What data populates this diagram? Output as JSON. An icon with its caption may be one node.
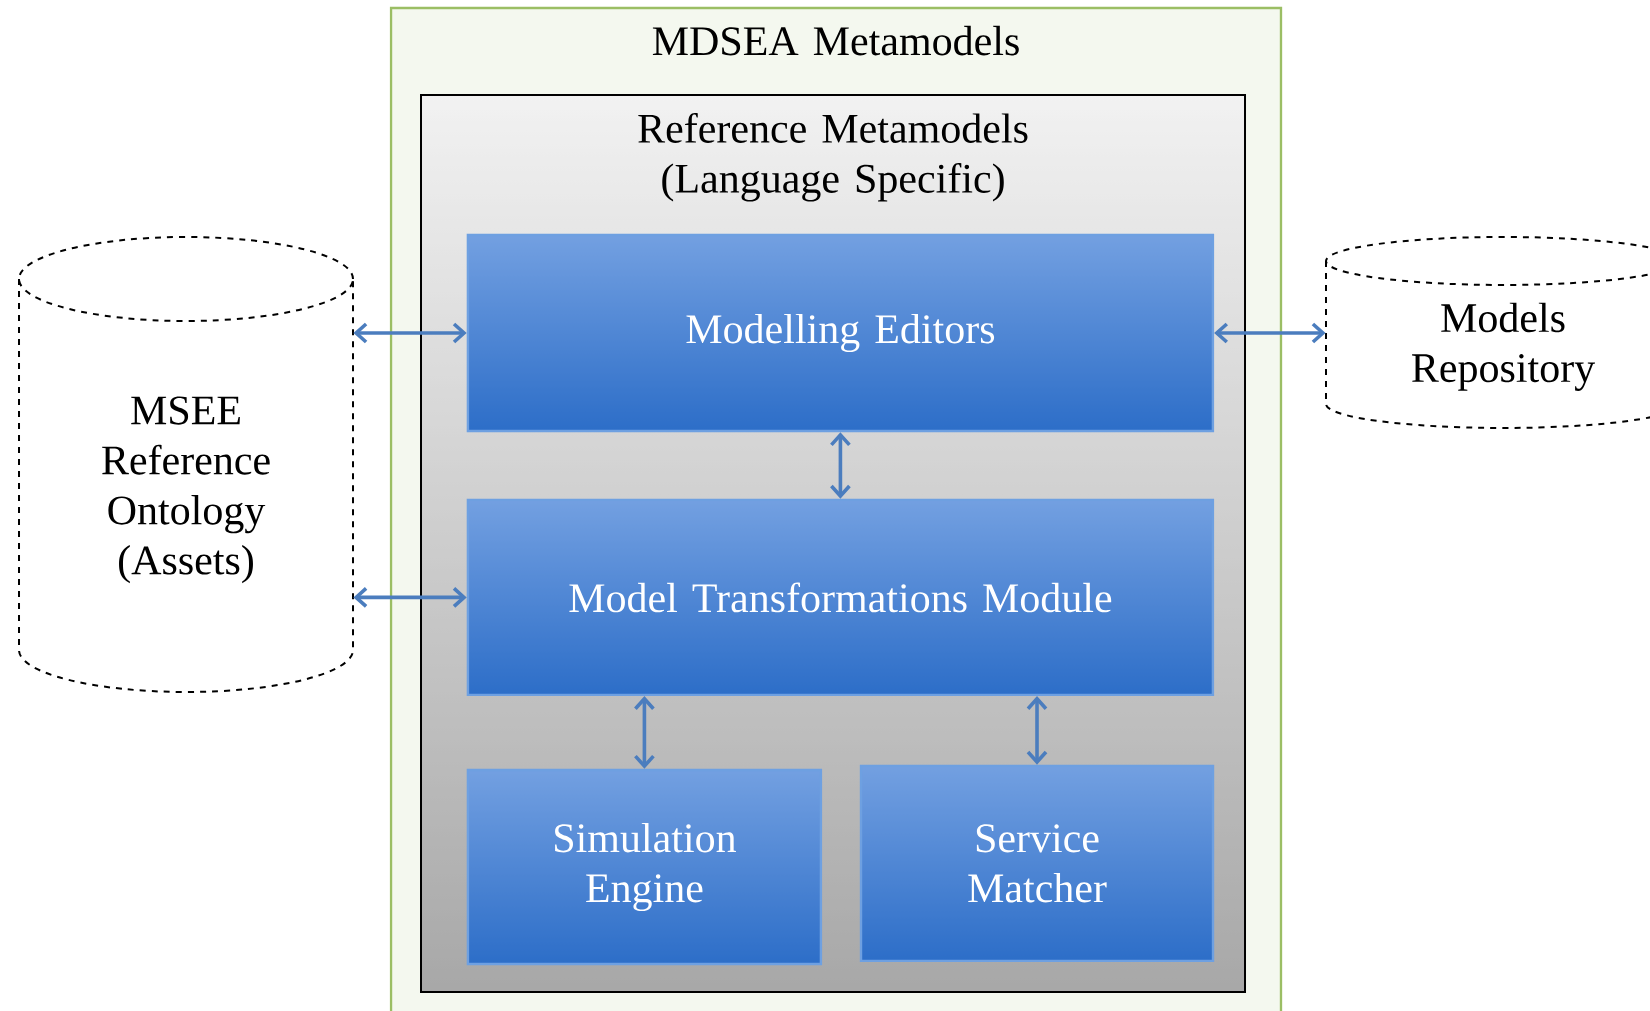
{
  "diagram": {
    "nodes": [
      {
        "text": [
          "MDSEA Metamodels"
        ]
      },
      {
        "text": [
          "Reference Metamodels (Language Specific)"
        ],
        "in": 0
      },
      {
        "text": [
          "Modelling Editors"
        ],
        "in": 1
      },
      {
        "text": [
          "Model Transformations Module"
        ],
        "in": 1
      },
      {
        "text": [
          "Simulation Engine"
        ],
        "in": 1
      },
      {
        "text": [
          "Service Matcher"
        ],
        "in": 1
      },
      {
        "text": [
          "MSEE Reference Ontology (Assets)"
        ]
      },
      {
        "text": [
          "Models Repository"
        ]
      }
    ],
    "edges": [
      {
        "from": 6,
        "to": 2,
        "arrow": "both"
      },
      {
        "from": 6,
        "to": 3,
        "arrow": "both"
      },
      {
        "from": 2,
        "to": 7,
        "arrow": "both"
      },
      {
        "from": 2,
        "to": 3,
        "arrow": "both"
      },
      {
        "from": 3,
        "to": 4,
        "arrow": "both"
      },
      {
        "from": 3,
        "to": 5,
        "arrow": "both"
      }
    ]
  }
}
